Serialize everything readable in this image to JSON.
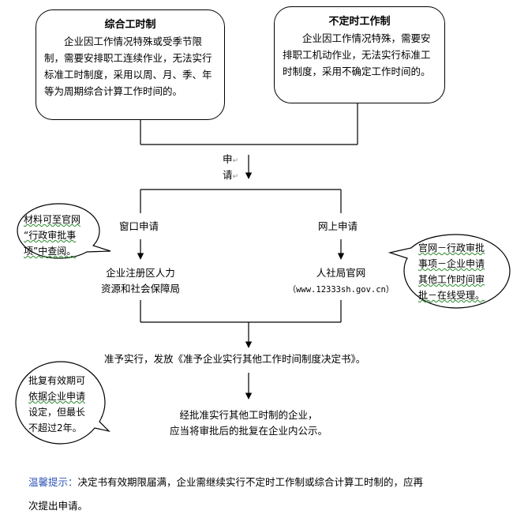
{
  "left_box": {
    "title": "综合工时制",
    "body": "企业因工作情况特殊或受季节限制，需要安排职工连续作业，无法实行标准工时制度，采用以周、月、季、年等为周期综合计算工作时间的。"
  },
  "right_box": {
    "title": "不定时工作制",
    "body": "企业因工作情况特殊，需要安排职工机动作业，无法实行标准工时制度，采用不确定工作时间的。"
  },
  "apply": {
    "char1": "申",
    "char2": "请",
    "mark": "↵"
  },
  "branches": {
    "window_label": "窗口申请",
    "online_label": "网上申请",
    "window_target_line1": "企业注册区人力",
    "window_target_line2": "资源和社会保障局",
    "online_target": "人社局官网",
    "online_url": "（www.12333sh.gov.cn）"
  },
  "bubbles": {
    "materials": {
      "line1": "材料可至官网",
      "line2": "“行政审批事",
      "line3": "项”中查阅。"
    },
    "online_path": {
      "line1": "官网－行政审批",
      "line2": "事项－企业申请",
      "line3": "其他工作时间审",
      "line4": "批－在线受理。"
    },
    "validity": {
      "line1": "批复有效期可",
      "line2": "依据企业申请",
      "line3": "设定，但最长",
      "line4": "不超过2年。"
    }
  },
  "steps": {
    "approve": "准予实行，发放《准予企业实行其他工作时间制度决定书》。",
    "publicize_line1": "经批准实行其他工时制的企业，",
    "publicize_line2": "应当将审批后的批复在企业内公示。"
  },
  "tip": {
    "label": "温馨提示：",
    "text_line1": "决定书有效期限届满，企业需继续实行不定时工作制或综合计算工时制的，应再",
    "text_line2": "次提出申请。"
  }
}
